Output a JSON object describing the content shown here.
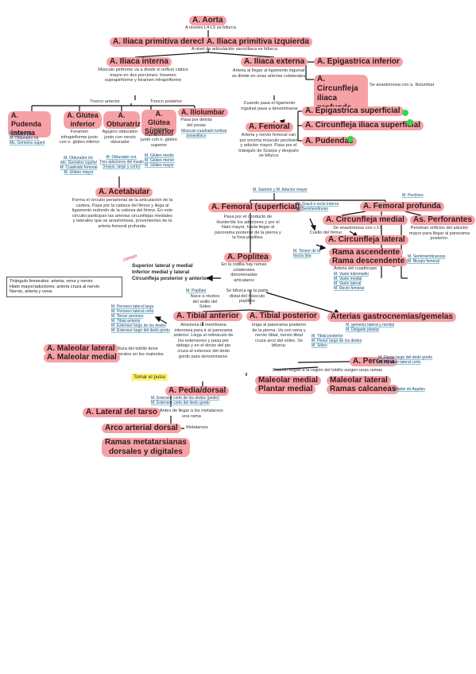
{
  "aorta": {
    "title": "A. Aorta",
    "note": "A niveles L4-L5 se bifurca"
  },
  "iliaca_comun": {
    "derecha": "A. Iliaca primitiva derecha",
    "izquierda": "A. Iliaca primitiva izquierda",
    "note": "A nivel de articulación sacroiliaca se bifurca"
  },
  "iliaca_interna": {
    "title": "A. Iliaca interna",
    "note": "Músculo piriforme va a dividir el orificio ciático mayor en dos porciones: foramen suprapiriforme y foramen infrapiriforme",
    "tronco_anterior": "Tronco anterior",
    "tronco_posterior": "Tronco posterior"
  },
  "pudenda": {
    "title": "A. Pudenda interna",
    "muscles": [
      "M. piramidal",
      "M. Obturador int.",
      "Ms. Gemelos supinf"
    ]
  },
  "glutea_inf": {
    "title": "A. Glútea inferior",
    "note": "Foramen infrapiriforme junto con n. glúteo inferior",
    "muscles": [
      "M. Obturador int.",
      "Ms. Gemelos sup/inf",
      "M. Cuadrado femoral",
      "M. Glúteo mayor"
    ]
  },
  "obturatriz": {
    "title": "A. Obturatriz",
    "note": "Agujero obturador junto con nervio obturador",
    "muscles": [
      "M. Obturador ext.",
      "Tres aductores del muslo (mayor, largo y corto)"
    ]
  },
  "glutea_sup": {
    "title": "A. Glútea Superior",
    "note": "Foramen suprapiriforme junto con n. glúteo superior",
    "muscles": [
      "M. Glúteo medio",
      "M. Glúteo menor",
      "M. Glúteo mayor"
    ]
  },
  "iliolumbar": {
    "title": "A. Iliolumbar",
    "note": "Pasa por detrás del psoas",
    "muscles": [
      "Músculo cuadrado lumbar",
      "psoasilíaco"
    ]
  },
  "acetabular": {
    "title": "A. Acetabular",
    "note": "Forma el circuito periarterial de la articulación de la cadera. Pasa por la cabeza del fémur y llega al ligamento redondo de la cabeza del fémur. En este circuito participan las arterias circunflejas mediales y laterales que se anastomosa, provenientes de la arteria femoral profunda."
  },
  "iliaca_externa": {
    "title": "A. Iliaca externa",
    "note": "Arteria al llegar al ligamento inguinal se divide en unas arterias colaterales",
    "epigastrica_inf": "A. Epigastrica inferior",
    "circunfleja_profunda": "A. Circunfleja iliaca profunda",
    "circunfleja_note": "Se anastomosa con a. Iliolumbar"
  },
  "femoral": {
    "pre": "Cuando pasa el ligamento inguinal pasa a denominarse",
    "title": "A. Femoral",
    "note": "Arteria y nervio femoral van por encima músculo pectíneo y aductor mayor. Pasa por el triángulo de Scarpa y después se bifurca",
    "muscles": "M. Sartorio y M. Aductor mayor",
    "epigastrica_sup": "A. Epigastrica superficial",
    "circunfleja_sup": "A. Circunfleja iliaca superficial",
    "pudendas": "A. Pudendas"
  },
  "femoral_sup": {
    "title": "A. Femoral (superficial)",
    "muscles": [
      "M. Gracil o recto interno",
      "M. Semitendinoso"
    ],
    "note": "Pasa por el conducto de Hunter/de los aductores y por el hiato mayor, hasta llegar al panorama posterior de la pierna y la fosa poplítea."
  },
  "femoral_prof": {
    "title": "A. Femoral profunda",
    "muscle": "M. Pectíneo",
    "circunfleja_medial": "A. Circunfleja medial",
    "medial_note": "Se anastomosa con c.f.l",
    "cuello": "Cuello del fémur",
    "circunfleja_lateral": "A. Circunfleja lateral",
    "ascendente": "Rama ascendente",
    "descendente": "Rama descendente",
    "tensor": "M. Tensor de la fascia lata",
    "cuadriceps_title": "Arteria del cuadriceps",
    "cuadriceps": [
      "M. Vasto intermedio",
      "M. Vasto medial",
      "M. Vasto lateral",
      "M. Recto femoral"
    ]
  },
  "perforantes": {
    "title": "As. Perforantes",
    "note": "Penetran orificios del aductor mayor para llegar al panorama posterior.",
    "muscles": [
      "M. Semimembranoso",
      "M. Biceps femoral"
    ]
  },
  "triangulo": {
    "lines": [
      "Triángulo femorales: arteria, vena y nervio",
      "Hiato mayor/aductores: arteria cruza al nervio",
      "Nervio, arteria y vena"
    ]
  },
  "comun": "común",
  "geniculares": [
    "Superior lateral y medial",
    "Inferior medial y lateral",
    "Circunfleja posterior y anterior"
  ],
  "poplitea": {
    "title": "A. Poplitea",
    "note": "En la rodilla hay ramas colaterales denominadas articulares",
    "bifurca": "Se bifurca en la parte distal del músculo poplíteo",
    "muscle": "M. Poplíteo",
    "nace": "Nace a niveles del anillo del Sóleo"
  },
  "gastrocnemias": {
    "title": "Arterias gastrocnemias/gemelas",
    "muscles": [
      "M. gemelos lateral y medial",
      "M. Delgado plantar"
    ]
  },
  "tibial_ant": {
    "title": "A. Tibial anterior",
    "muscles": [
      "M. Peroneo lateral largo",
      "M. Peroneo lateral corto",
      "M. Tercer peroneo",
      "M. Tibial anterior",
      "M. Extensor largo de los dedos",
      "M. Extensor largo del dedo gordo"
    ],
    "note": "Atraviesa la membrana interosea para ir al panorama anterior. Llega al retináculo de los extensores y pasa por debajo y en el dorso del pie cruza al extensor del dedo gordo para denominarse:",
    "maleolar_note": "Altura del tobillo tiene colaterales en los maleolos",
    "maleolar_lat": "A. Maleolar lateral",
    "maleolar_med": "A. Maleolar medial"
  },
  "tibial_post": {
    "title": "A. Tibial posterior",
    "note": "Irriga al panorama posterior de la pierna. Va con vena y nervio tibial, nervio tibial cruza arco del sóleo. Se bifurca:",
    "muscles": [
      "M. Tibial posterior",
      "M. Flexor largo de los dedos",
      "M. Sóleo"
    ],
    "peronea": "A. Peronea",
    "peronea_muscles": [
      "M. Flexor largo del dedo gordo",
      "M. Peroneo lateral corto"
    ],
    "tobillo": "Cuando llegan a la región del tobillo surgen unas ramas",
    "maleolar_medial": "Maleolar medial",
    "plantar_medial": "Plantar medial",
    "maleolar_lateral": "Maleolar lateral",
    "calcaneas": "Ramas calcaneas",
    "aquiles": "Tendón de Aquiles"
  },
  "pedia": {
    "pulso": "Tomar el pulso",
    "title": "A. Pedia/dorsal",
    "muscles": [
      "M. Extensor corto de los dedos (pedio)",
      "M. Extensor corto del dedo gordo"
    ],
    "lateral_tarso": "A. Lateral del tarso",
    "metatarsos_note": "Antes de llegar a los metatarsos una rama",
    "metatarsos": "Metatarsos",
    "arco": "Arco arterial dorsal",
    "ramas": [
      "Ramas metatarsianas",
      "dorsales y digitales"
    ]
  },
  "colors": {
    "highlight": "#f6a1a6",
    "muscle_underline": "#7fc7d9",
    "pulse": "#fff36b",
    "marker": "#38d64a",
    "annotation": "#e0262f"
  }
}
